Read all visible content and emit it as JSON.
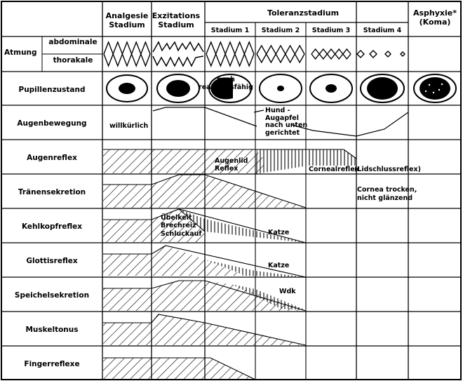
{
  "header": {
    "col_analgesie": "Analgesie\nStadium",
    "col_exzitation": "Exzitations\nStadium",
    "toleranz": "Toleranzstadium",
    "stadium_1": "Stadium 1",
    "stadium_2": "Stadium 2",
    "stadium_3": "Stadium 3",
    "stadium_4": "Stadium 4",
    "asphyxie": "Asphyxie*\n(Koma)"
  },
  "rows": {
    "atmung": "Atmung",
    "abdominale": "abdominale",
    "thorakale": "thorakale",
    "pupillen": "Pupillenzustand",
    "augenbewegung": "Augenbewegung",
    "augenreflex": "Augenreflex",
    "traenen": "Tränensekretion",
    "kehlkopf": "Kehlkopfreflex",
    "glottis": "Glottisreflex",
    "speichel": "Speichelsekretion",
    "muskel": "Muskeltonus",
    "finger": "Fingerreflexe"
  },
  "annotations": {
    "noch_reaktionsfaehig": "noch\nreaktionsfähig",
    "willkuerlich": "willkürlich",
    "hund_augapfel": "Hund -\nAugapfel\nnach unten\ngerichtet",
    "augenlid_reflex": "Augenlid\nReflex",
    "cornealreflex": "Cornealreflex",
    "lidschlussreflex": "(Lidschlussreflex)",
    "cornea_trocken": "Cornea trocken,\nnicht glänzend",
    "uebelkeit": "Übelkeit\nBrechreiz\nSchluckauf",
    "katze_1": "Katze",
    "katze_2": "Katze",
    "wdk": "Wdk"
  },
  "colors": {
    "line": "#000000",
    "background": "#ffffff"
  }
}
